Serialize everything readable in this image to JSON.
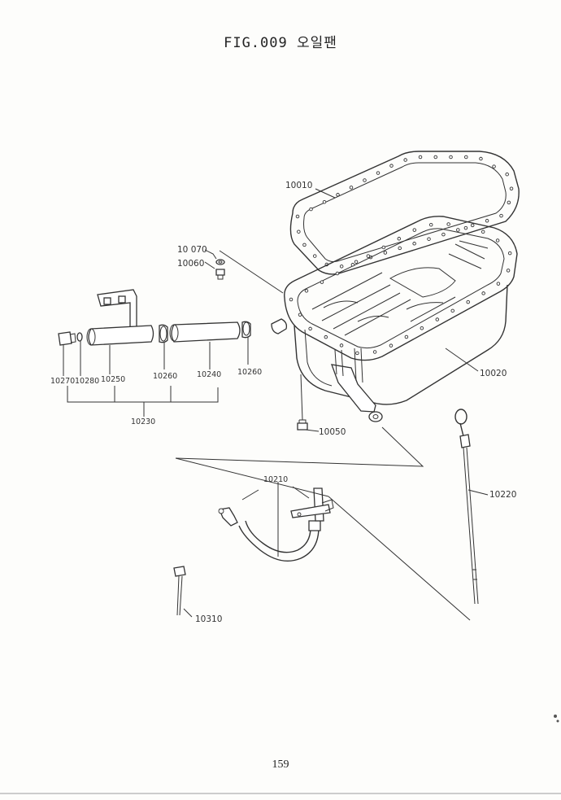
{
  "figure": {
    "title": "FIG.009 오일팬",
    "page_number": "159"
  },
  "parts": {
    "p10010": "10010",
    "p10070": "10 070",
    "p10060": "10060",
    "p10020": "10020",
    "p10050": "10050",
    "p10270": "10270",
    "p10280": "10280",
    "p10250": "10250",
    "p10260a": "10260",
    "p10240": "10240",
    "p10260b": "10260",
    "p10230": "10230",
    "p10210": "10210",
    "p10220": "10220",
    "p10310": "10310"
  }
}
